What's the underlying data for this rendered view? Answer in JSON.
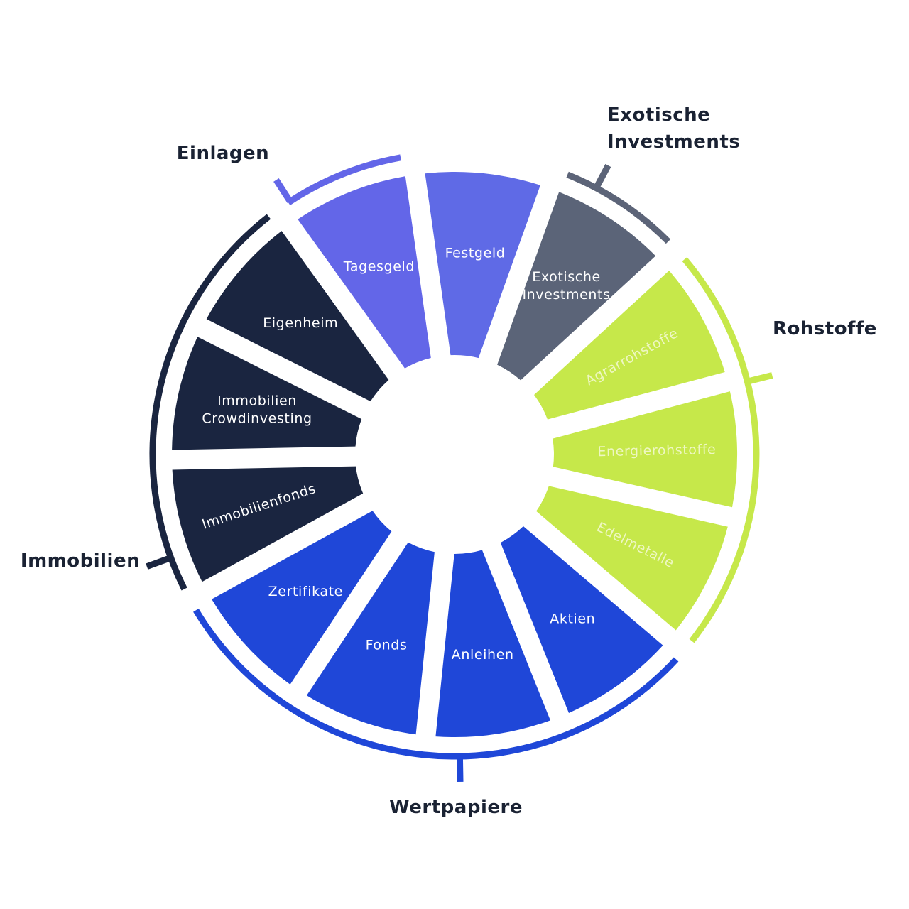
{
  "groups": [
    {
      "key": "einlagen",
      "label": "Einlagen",
      "color": "#6366e8"
    },
    {
      "key": "exotic",
      "label_lines": [
        "Exotische",
        "Investments"
      ],
      "color": "#5c6478"
    },
    {
      "key": "rohstoffe",
      "label": "Rohstoffe",
      "color": "#c6e84a"
    },
    {
      "key": "wertpapiere",
      "label": "Wertpapiere",
      "color": "#1f47d8"
    },
    {
      "key": "immobilien",
      "label": "Immobilien",
      "color": "#1a2540"
    }
  ],
  "segments": [
    {
      "key": "festgeld",
      "group": "einlagen",
      "lines": [
        "Festgeld"
      ],
      "color": "#5f6ae6"
    },
    {
      "key": "exotische",
      "group": "exotic",
      "lines": [
        "Exotische",
        "Investments"
      ],
      "color": "#5b6478"
    },
    {
      "key": "agrarrohstoffe",
      "group": "rohstoffe",
      "lines": [
        "Agrarrohstoffe"
      ],
      "color": "#c6e84a"
    },
    {
      "key": "energierohstoffe",
      "group": "rohstoffe",
      "lines": [
        "Energierohstoffe"
      ],
      "color": "#c6e84a"
    },
    {
      "key": "edelmetalle",
      "group": "rohstoffe",
      "lines": [
        "Edelmetalle"
      ],
      "color": "#c6e84a"
    },
    {
      "key": "aktien",
      "group": "wertpapiere",
      "lines": [
        "Aktien"
      ],
      "color": "#1f47d8"
    },
    {
      "key": "anleihen",
      "group": "wertpapiere",
      "lines": [
        "Anleihen"
      ],
      "color": "#1f47d8"
    },
    {
      "key": "fonds",
      "group": "wertpapiere",
      "lines": [
        "Fonds"
      ],
      "color": "#1f47d8"
    },
    {
      "key": "zertifikate",
      "group": "wertpapiere",
      "lines": [
        "Zertifikate"
      ],
      "color": "#1f47d8"
    },
    {
      "key": "immobilienfonds",
      "group": "immobilien",
      "lines": [
        "Immobilienfonds"
      ],
      "color": "#1a2540"
    },
    {
      "key": "crowdinvesting",
      "group": "immobilien",
      "lines": [
        "Immobilien",
        "Crowdinvesting"
      ],
      "color": "#1a2540"
    },
    {
      "key": "eigenheim",
      "group": "immobilien",
      "lines": [
        "Eigenheim"
      ],
      "color": "#1a2540"
    },
    {
      "key": "tagesgeld",
      "group": "einlagen",
      "lines": [
        "Tagesgeld"
      ],
      "color": "#6366e8"
    }
  ]
}
